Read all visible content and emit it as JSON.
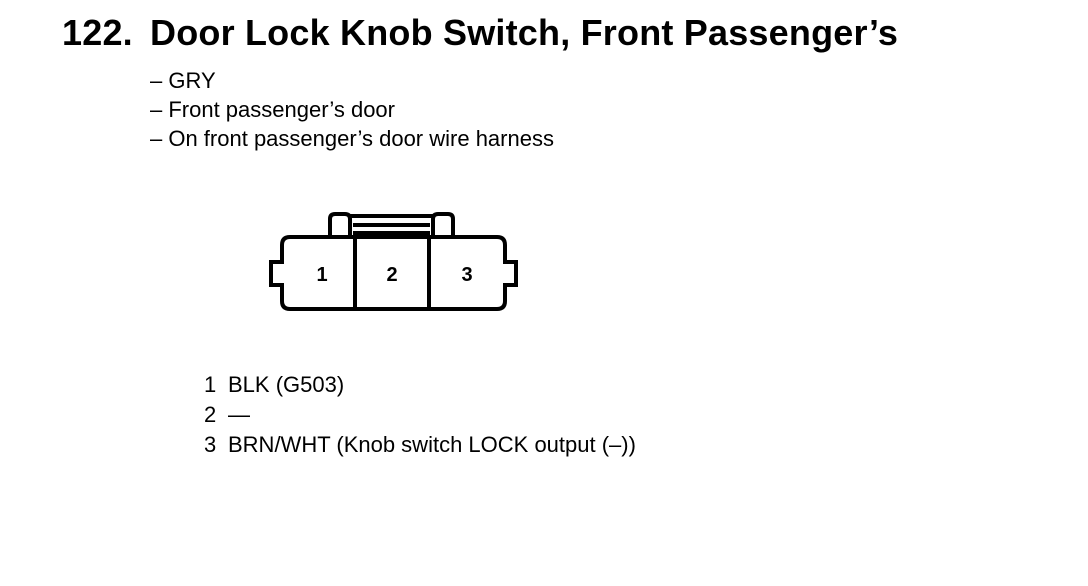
{
  "title": {
    "number": "122.",
    "text": "Door Lock Knob Switch, Front Passenger’s"
  },
  "details": [
    "– GRY",
    "– Front passenger’s door",
    "– On front passenger’s door wire harness"
  ],
  "connector": {
    "cavities": [
      "1",
      "2",
      "3"
    ]
  },
  "pins": [
    {
      "num": "1",
      "desc": "BLK (G503)"
    },
    {
      "num": "2",
      "desc": "—"
    },
    {
      "num": "3",
      "desc": "BRN/WHT (Knob switch LOCK output (–))"
    }
  ]
}
